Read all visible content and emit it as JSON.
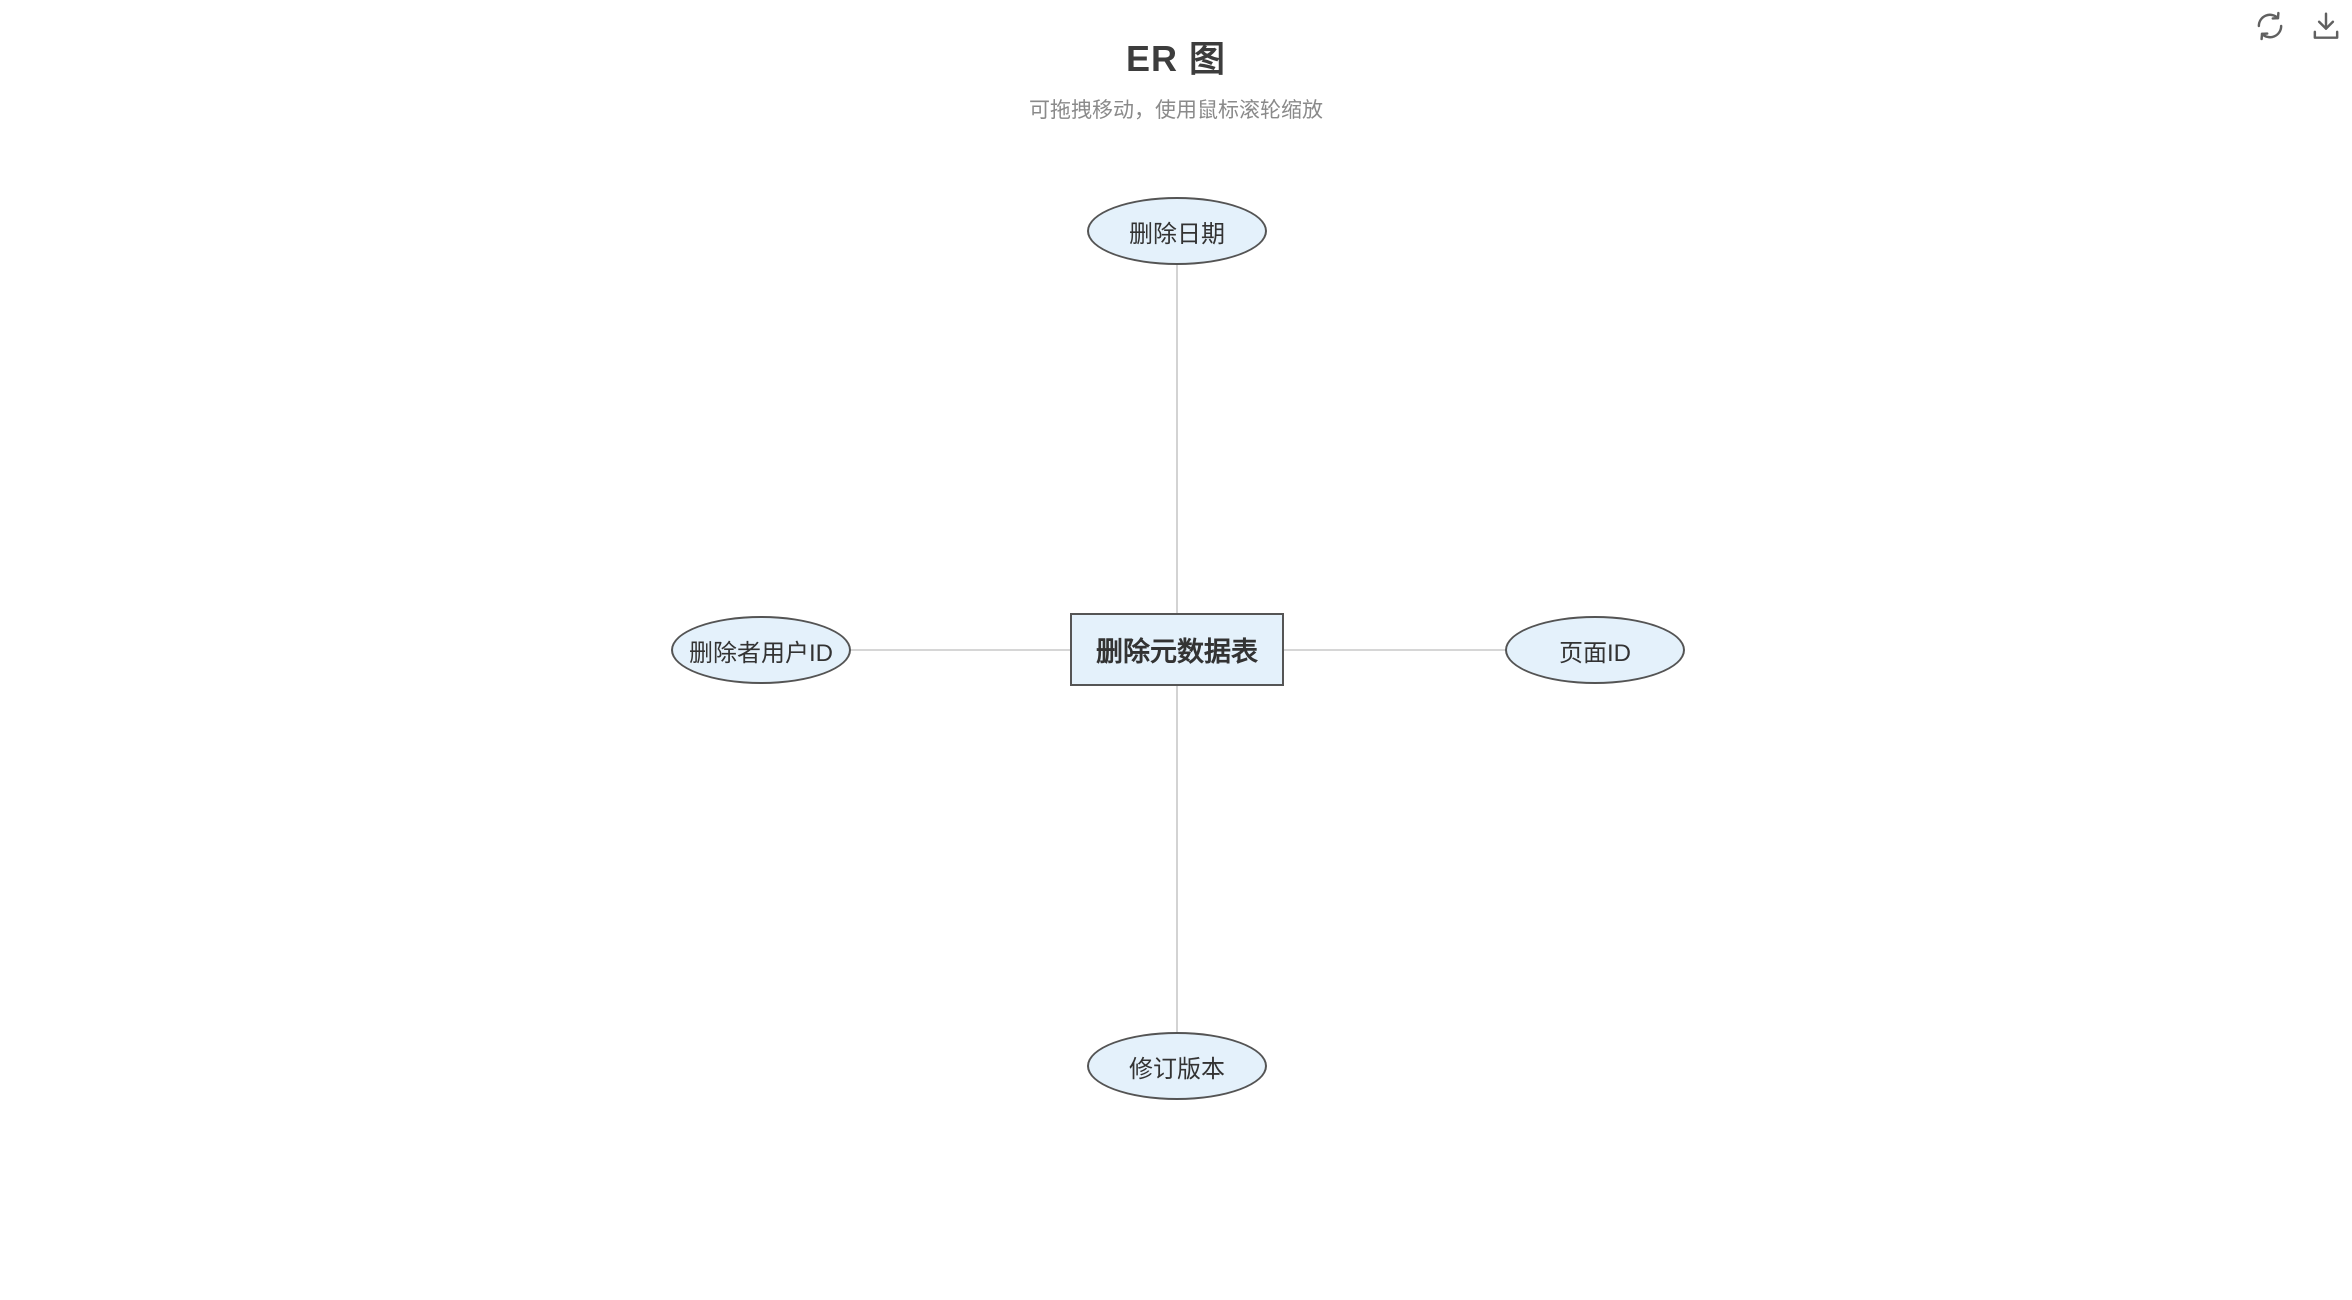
{
  "header": {
    "title": "ER 图",
    "subtitle": "可拖拽移动，使用鼠标滚轮缩放"
  },
  "toolbar": {
    "buttons": [
      {
        "name": "refresh",
        "icon": "refresh-icon"
      },
      {
        "name": "download",
        "icon": "download-icon"
      }
    ]
  },
  "diagram": {
    "type": "er-diagram",
    "entity": {
      "label": "删除元数据表",
      "shape": "rectangle"
    },
    "attributes": [
      {
        "label": "删除日期",
        "shape": "ellipse",
        "position": "top"
      },
      {
        "label": "删除者用户ID",
        "shape": "ellipse",
        "position": "left"
      },
      {
        "label": "页面ID",
        "shape": "ellipse",
        "position": "right"
      },
      {
        "label": "修订版本",
        "shape": "ellipse",
        "position": "bottom"
      }
    ],
    "edges": [
      {
        "from": "删除元数据表",
        "to": "删除日期"
      },
      {
        "from": "删除元数据表",
        "to": "删除者用户ID"
      },
      {
        "from": "删除元数据表",
        "to": "页面ID"
      },
      {
        "from": "删除元数据表",
        "to": "修订版本"
      }
    ],
    "colors": {
      "shape_fill": "#e4f1fb",
      "shape_border": "#555555",
      "connector_line": "#c8c8c8",
      "title_text": "#3d3d3d",
      "subtitle_text": "#8a8a8a",
      "icon": "#606060"
    }
  }
}
